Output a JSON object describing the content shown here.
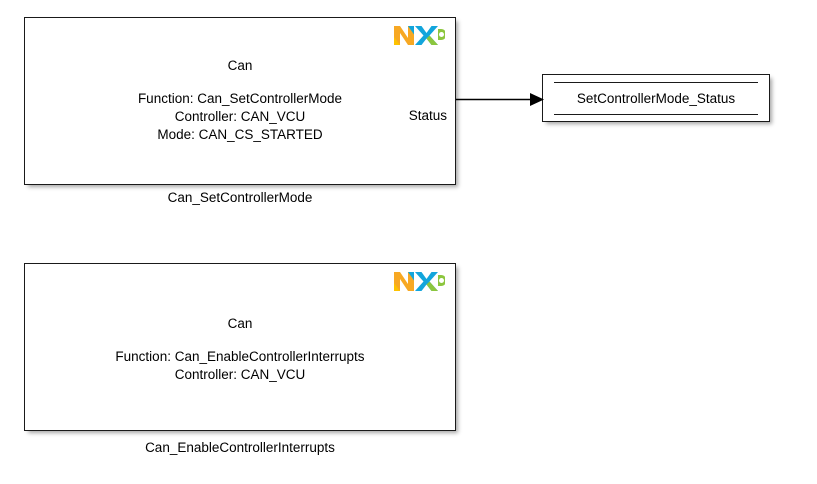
{
  "diagram": {
    "background_color": "#ffffff",
    "line_color": "#000000",
    "block_border_color": "#1a1a1a",
    "blocks": [
      {
        "name": "Can_SetControllerMode",
        "title": "Can",
        "params": [
          "Function: Can_SetControllerMode",
          "Controller: CAN_VCU",
          "Mode: CAN_CS_STARTED"
        ],
        "output_port_label": "Status",
        "caption": "Can_SetControllerMode",
        "logo": "nxp-logo"
      },
      {
        "name": "Can_EnableControllerInterrupts",
        "title": "Can",
        "params": [
          "Function: Can_EnableControllerInterrupts",
          "Controller: CAN_VCU"
        ],
        "output_port_label": "",
        "caption": "Can_EnableControllerInterrupts",
        "logo": "nxp-logo"
      }
    ],
    "display_block": {
      "label": "SetControllerMode_Status"
    },
    "logo_colors": {
      "orange": "#f7a823",
      "yellow": "#fdc300",
      "blue": "#12a5dc",
      "green": "#8cc63e"
    }
  }
}
